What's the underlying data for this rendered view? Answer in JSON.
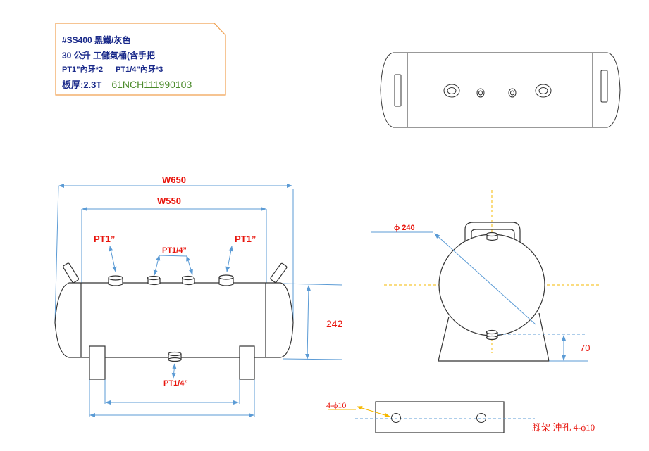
{
  "spec": {
    "line1": "#SS400 黑鐵/灰色",
    "line2": "30 公升 工儲氣桶(含手把",
    "line3_a": "PT1”內牙*2",
    "line3_b": "PT1/4”內牙*3",
    "line4_a": "板厚:2.3T",
    "line4_code": "61NCH111990103",
    "border_color": "#f0a050",
    "code_color": "#4a8a2a"
  },
  "front_view": {
    "dim_overall_width": "W650",
    "dim_body_width": "W550",
    "dim_height": "242",
    "port_label_left": "PT1”",
    "port_label_center": "PT1/4”",
    "port_label_right": "PT1”",
    "port_label_bottom": "PT1/4”"
  },
  "side_view": {
    "dim_diameter": "ϕ 240",
    "dim_leg_height": "70"
  },
  "foot_plate": {
    "hole_label": "4-ϕ10",
    "caption": "腳架 沖孔 4-ϕ10"
  },
  "colors": {
    "dim_line": "#5b9bd5",
    "label_red": "#e8140c",
    "center_line": "#f5b800",
    "outline": "#333333"
  }
}
